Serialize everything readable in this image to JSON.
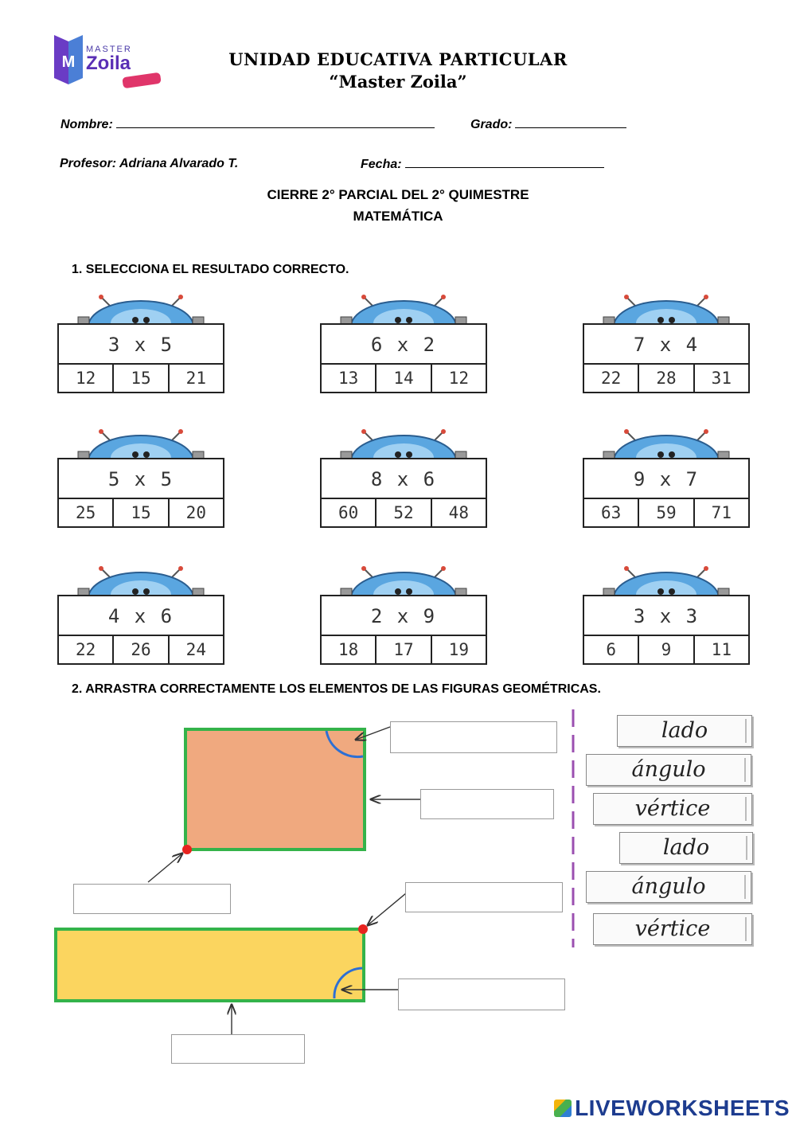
{
  "logo": {
    "top_word": "MASTER",
    "name": "Zoila"
  },
  "header": {
    "school_line1": "UNIDAD EDUCATIVA PARTICULAR",
    "school_line2": "“Master Zoila”"
  },
  "fields": {
    "name_label": "Nombre:",
    "grade_label": "Grado:",
    "teacher": "Profesor: Adriana Alvarado T.",
    "date_label": "Fecha:"
  },
  "exam": {
    "title": "CIERRE 2° PARCIAL DEL 2° QUIMESTRE",
    "subject": "MATEMÁTICA"
  },
  "question1": {
    "text": "1.   SELECCIONA EL RESULTADO CORRECTO.",
    "cards": [
      {
        "expr": "3 x 5",
        "options": [
          "12",
          "15",
          "21"
        ]
      },
      {
        "expr": "6 x 2",
        "options": [
          "13",
          "14",
          "12"
        ]
      },
      {
        "expr": "7 x 4",
        "options": [
          "22",
          "28",
          "31"
        ]
      },
      {
        "expr": "5 x 5",
        "options": [
          "25",
          "15",
          "20"
        ]
      },
      {
        "expr": "8 x 6",
        "options": [
          "60",
          "52",
          "48"
        ]
      },
      {
        "expr": "9 x 7",
        "options": [
          "63",
          "59",
          "71"
        ]
      },
      {
        "expr": "4 x 6",
        "options": [
          "22",
          "26",
          "24"
        ]
      },
      {
        "expr": "2 x 9",
        "options": [
          "18",
          "17",
          "19"
        ]
      },
      {
        "expr": "3 x 3",
        "options": [
          "6",
          "9",
          "11"
        ]
      }
    ]
  },
  "question2": {
    "text": "2.   ARRASTRA CORRECTAMENTE LOS ELEMENTOS DE LAS FIGURAS GEOMÉTRICAS.",
    "words": [
      "lado",
      "ángulo",
      "vértice",
      "lado",
      "ángulo",
      "vértice"
    ]
  },
  "colors": {
    "square_fill": "#f0a97f",
    "rectangle_fill": "#fbd55f",
    "shape_border": "#34b34a",
    "angle_arc": "#2d6fd4",
    "vertex_dot": "#e8231f",
    "divider": "#9b4fb0",
    "monster_blue": "#5aa6e0"
  },
  "brand": "LIVEWORKSHEETS"
}
